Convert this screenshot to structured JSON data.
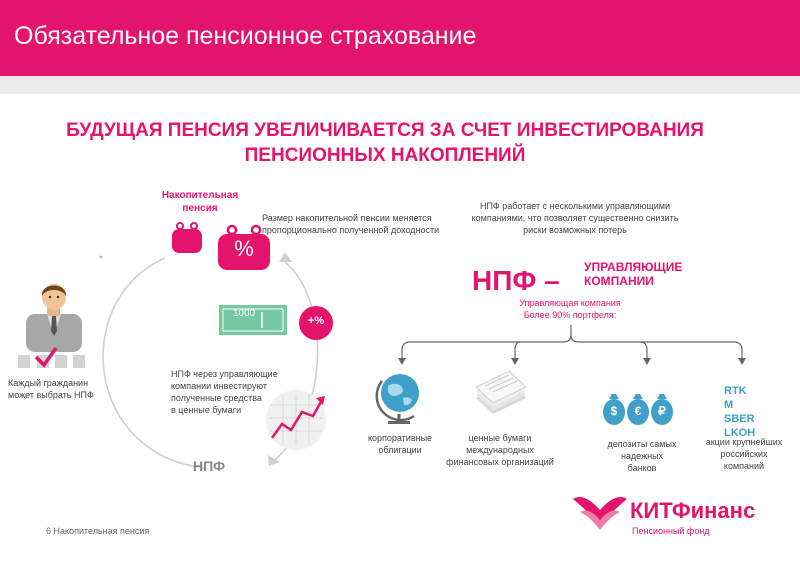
{
  "header": {
    "title": "Обязательное пенсионное страхование"
  },
  "headline": {
    "line1": "БУДУЩАЯ ПЕНСИЯ УВЕЛИЧИВАЕТСЯ ЗА СЧЕТ ИНВЕСТИРОВАНИЯ",
    "line2": "ПЕНСИОННЫХ НАКОПЛЕНИЙ"
  },
  "cycle": {
    "pension_label_1": "Накопительная",
    "pension_label_2": "пенсия",
    "pension_size_1": "Размер накопительной пенсии меняется",
    "pension_size_2": "пропорционально полученной доходности",
    "percent_sign": "%",
    "plus_percent": "+%",
    "banknote": "1000",
    "invest_1": "НПФ через управляющие",
    "invest_2": "компании инвестируют",
    "invest_3": "полученные средства",
    "invest_4": "в ценные бумаги",
    "npf": "НПФ",
    "citizen_1": "Каждый гражданин",
    "citizen_2": "может выбрать НПФ"
  },
  "npf": {
    "works_1": "НПФ работает с несколькими управляющими",
    "works_2": "компаниями, что позволяет существенно снизить",
    "works_3": "риски возможных потерь",
    "big": "НПФ –",
    "managers_1": "УПРАВЛЯЮЩИЕ",
    "managers_2": "КОМПАНИИ",
    "portfolio_1": "Управляющая компания",
    "portfolio_2": "Более 90% портфеля:"
  },
  "assets": [
    {
      "label_1": "корпоративные",
      "label_2": "облигации",
      "label_3": ""
    },
    {
      "label_1": "ценные бумаги",
      "label_2": "международных",
      "label_3": "финансовых организаций"
    },
    {
      "label_1": "депозиты самых",
      "label_2": "надежных",
      "label_3": "банков"
    },
    {
      "label_1": "акции крупнейших",
      "label_2": "российских",
      "label_3": "компаний"
    }
  ],
  "currency": {
    "dollar": "$",
    "euro": "€",
    "ruble": "₽"
  },
  "stocks": [
    "RTK",
    "M",
    "SBER",
    "LKOH"
  ],
  "logo": {
    "name": "КИТФинанс",
    "tagline": "Пенсионный фонд"
  },
  "footer": {
    "page": "6",
    "text": "Накопительная пенсия"
  },
  "colors": {
    "accent": "#e4146c",
    "icon_blue": "#3fa1c9",
    "banknote": "#74c9a2"
  }
}
